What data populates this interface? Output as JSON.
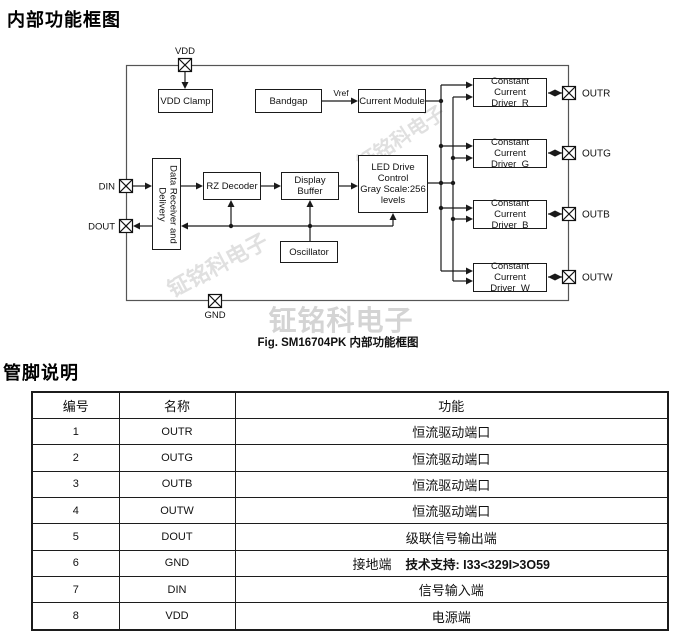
{
  "titles": {
    "diagram_section": "内部功能框图",
    "pin_section": "管脚说明"
  },
  "caption": "Fig. SM16704PK 内部功能框图",
  "watermark": {
    "text": "钲铭科电子",
    "color_light": "#e0e0e0",
    "color_big": "#d4d4d4"
  },
  "diagram": {
    "pin_labels": {
      "vdd": "VDD",
      "din": "DIN",
      "dout": "DOUT",
      "gnd": "GND",
      "outr": "OUTR",
      "outg": "OUTG",
      "outb": "OUTB",
      "outw": "OUTW"
    },
    "signal_labels": {
      "vref": "Vref"
    },
    "blocks": {
      "vdd_clamp": "VDD Clamp",
      "bandgap": "Bandgap",
      "current_module": "Current Module",
      "data_receiver": "Data Receiver and Delivery",
      "rz_decoder": "RZ Decoder",
      "display_buffer": "Display Buffer",
      "led_drive": {
        "line1": "LED Drive Control",
        "line2": "Gray Scale:256",
        "line3": "levels"
      },
      "oscillator": "Oscillator",
      "driver_line1": "Constant Current",
      "driver_r": "Driver  R",
      "driver_g": "Driver  G",
      "driver_b": "Driver  B",
      "driver_w": "Driver  W"
    },
    "line_color": "#1a1a1a",
    "border_color": "#555555"
  },
  "pin_table": {
    "headers": [
      "编号",
      "名称",
      "功能"
    ],
    "rows": [
      {
        "no": "1",
        "name": "OUTR",
        "func": "恒流驱动端口"
      },
      {
        "no": "2",
        "name": "OUTG",
        "func": "恒流驱动端口"
      },
      {
        "no": "3",
        "name": "OUTB",
        "func": "恒流驱动端口"
      },
      {
        "no": "4",
        "name": "OUTW",
        "func": "恒流驱动端口"
      },
      {
        "no": "5",
        "name": "DOUT",
        "func": "级联信号输出端"
      },
      {
        "no": "6",
        "name": "GND",
        "func": "接地端",
        "func_extra": "技术支持: I33<329I>3O59"
      },
      {
        "no": "7",
        "name": "DIN",
        "func": "信号输入端"
      },
      {
        "no": "8",
        "name": "VDD",
        "func": "电源端"
      }
    ]
  }
}
